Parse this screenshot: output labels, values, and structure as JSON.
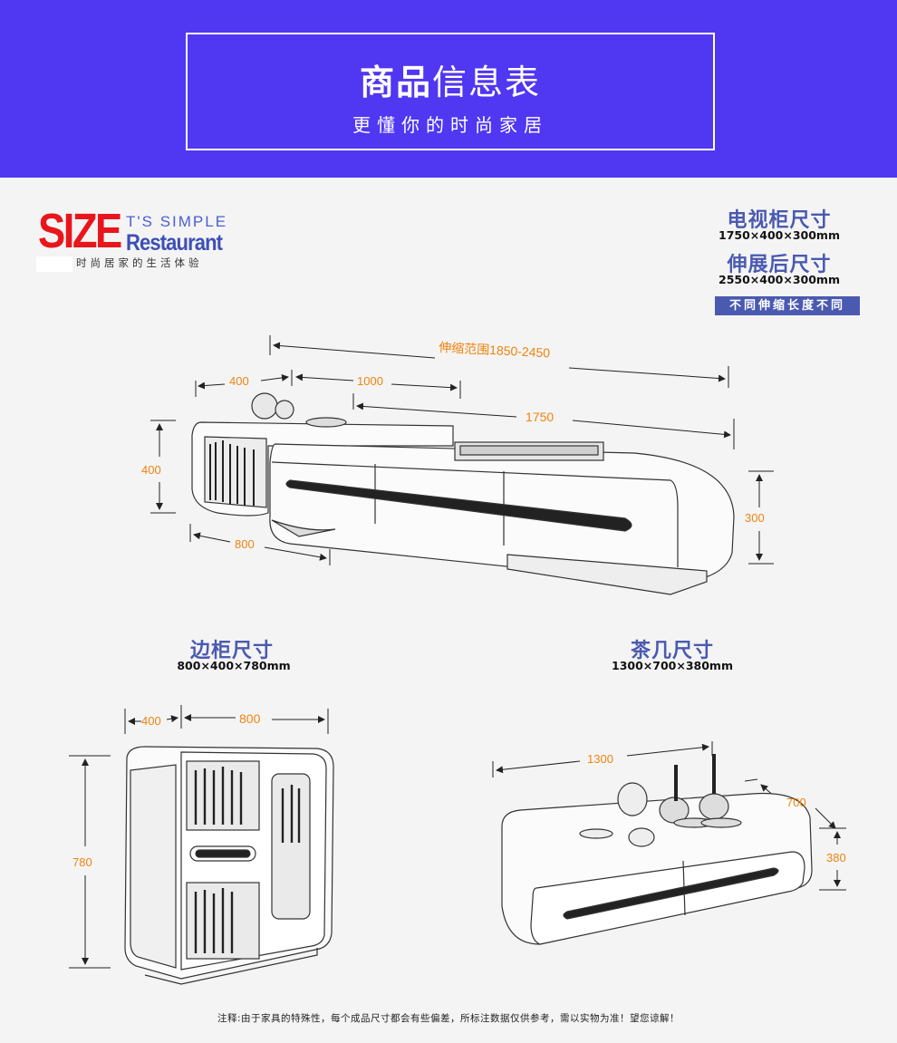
{
  "banner": {
    "title_bold": "商品",
    "title_rest": "信息表",
    "subtitle": "更懂你的时尚家居"
  },
  "logo": {
    "size": "SIZE",
    "tagline_top": "T'S SIMPLE",
    "tagline_brand": "Restaurant",
    "slogan": "时尚居家的生活体验"
  },
  "tv_cabinet": {
    "heading": "电视柜尺寸",
    "dims": "1750×400×300mm",
    "extended_heading": "伸展后尺寸",
    "extended_dims": "2550×400×300mm",
    "note_badge": "不同伸缩长度不同",
    "labels": {
      "range": "伸缩范围1850-2450",
      "w400": "400",
      "w1000": "1000",
      "w1750": "1750",
      "h400": "400",
      "d800": "800",
      "h300": "300"
    }
  },
  "side_cabinet": {
    "heading": "边柜尺寸",
    "dims": "800×400×780mm",
    "labels": {
      "d400": "400",
      "w800": "800",
      "h780": "780"
    }
  },
  "coffee_table": {
    "heading": "茶几尺寸",
    "dims": "1300×700×380mm",
    "labels": {
      "w1300": "1300",
      "d700": "700",
      "h380": "380"
    }
  },
  "footer_note": "注释:由于家具的特殊性，每个成品尺寸都会有些偏差，所标注数据仅供参考，需以实物为准！望您谅解！",
  "colors": {
    "banner_bg": "#5037f2",
    "heading_blue": "#4a5ab0",
    "dimension_orange": "#f0830f",
    "logo_red": "#e8161c"
  }
}
